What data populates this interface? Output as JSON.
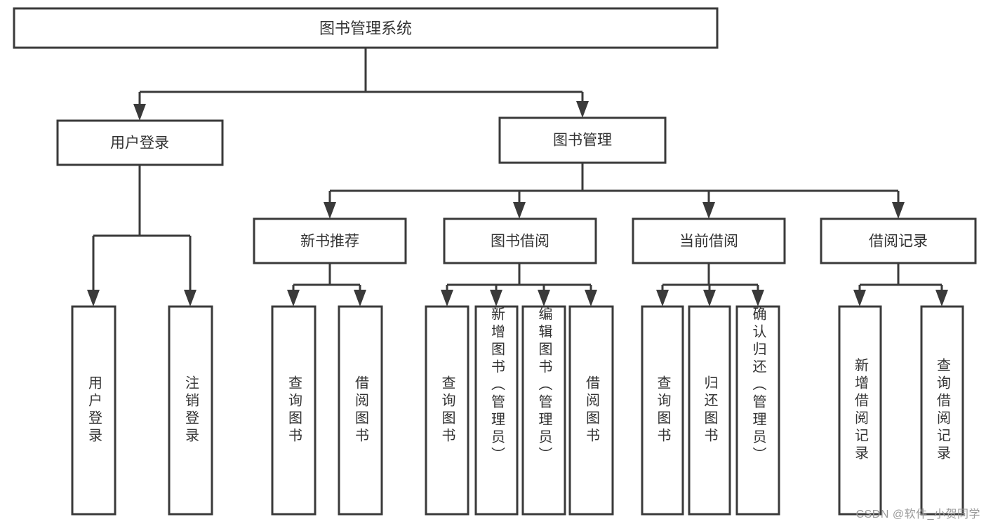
{
  "diagram": {
    "title": "图书管理系统",
    "watermark": "CSDN @软件_小贺同学",
    "type": "tree-hierarchy",
    "colors": {
      "stroke": "#3a3a3a",
      "box_fill": "#ffffff",
      "text": "#333333",
      "background": "#ffffff",
      "watermark": "#9a9a9a"
    },
    "root": {
      "label": "图书管理系统"
    },
    "level2": [
      {
        "label": "用户登录"
      },
      {
        "label": "图书管理"
      }
    ],
    "level3": [
      {
        "label": "新书推荐"
      },
      {
        "label": "图书借阅"
      },
      {
        "label": "当前借阅"
      },
      {
        "label": "借阅记录"
      }
    ],
    "leaves": {
      "user_login": [
        {
          "label": "用户登录"
        },
        {
          "label": "注销登录"
        }
      ],
      "new_book_recommend": [
        {
          "label": "查询图书"
        },
        {
          "label": "借阅图书"
        }
      ],
      "book_borrow": [
        {
          "label": "查询图书"
        },
        {
          "label": "新增图书（管理员）"
        },
        {
          "label": "编辑图书（管理员）"
        },
        {
          "label": "借阅图书"
        }
      ],
      "current_borrow": [
        {
          "label": "查询图书"
        },
        {
          "label": "归还图书"
        },
        {
          "label": "确认归还（管理员）"
        }
      ],
      "borrow_record": [
        {
          "label": "新增借阅记录"
        },
        {
          "label": "查询借阅记录"
        }
      ]
    }
  }
}
